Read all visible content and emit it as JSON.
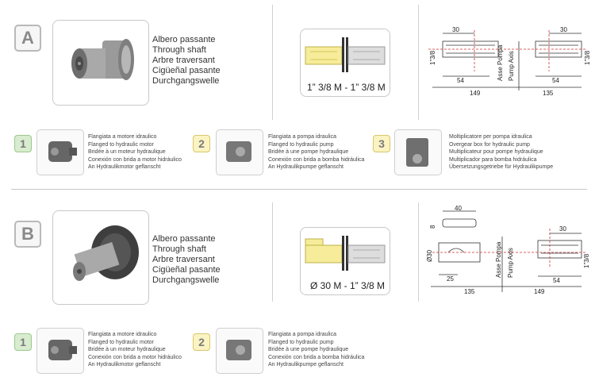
{
  "sectionA": {
    "letter": "A",
    "names": [
      "Albero passante",
      "Through shaft",
      "Arbre traversant",
      "Cigüeñal pasante",
      "Durchgangswelle"
    ],
    "coupling_label": "1” 3/8 M - 1” 3/8 M",
    "drawing": {
      "dim_top_left": "30",
      "dim_top_right": "30",
      "dim_left_vertical": "1”3/8",
      "dim_right_vertical": "1”3/8",
      "axis_label_it": "Asse Pompa",
      "axis_label_en": "Pump Axis",
      "dim_54_left": "54",
      "dim_54_right": "54",
      "dim_149": "149",
      "dim_135": "135"
    },
    "options": [
      {
        "num": "1",
        "lines": [
          "Flangiata a motore idraulico",
          "Flanged to hydraulic motor",
          "Bridée à un moteur hydraulique",
          "Conexión con brida a motor hidráulico",
          "An Hydraulikmotor geflanscht"
        ]
      },
      {
        "num": "2",
        "lines": [
          "Flangiata a pompa idraulica",
          "Flanged to hydraulic pump",
          "Bridée à une pompe hydraulique",
          "Conexión con brida a bomba hidráulica",
          "An Hydraulikpumpe geflanscht"
        ]
      },
      {
        "num": "3",
        "lines": [
          "Moltiplicatore per pompa idraulica",
          "Overgear box for hydraulic pump",
          "Multiplicateur pour pompe hydraulique",
          "Multiplicador para bomba hidráulica",
          "Übersetzungsgetriebe für Hydraulikpumpe"
        ]
      }
    ]
  },
  "sectionB": {
    "letter": "B",
    "names": [
      "Albero passante",
      "Through shaft",
      "Arbre traversant",
      "Cigüeñal pasante",
      "Durchgangswelle"
    ],
    "coupling_label": "Ø 30 M - 1” 3/8 M",
    "drawing": {
      "dim_40": "40",
      "dim_8": "8",
      "dim_d30": "Ø30",
      "dim_25": "25",
      "dim_top_right": "30",
      "dim_right_vertical": "1”3/8",
      "axis_label_it": "Asse Pompa",
      "axis_label_en": "Pump Axis",
      "dim_54": "54",
      "dim_135": "135",
      "dim_149": "149"
    },
    "options": [
      {
        "num": "1",
        "lines": [
          "Flangiata a motore idraulico",
          "Flanged to hydraulic motor",
          "Bridée à un moteur hydraulique",
          "Conexión con brida a motor hidráulico",
          "An Hydraulikmotor geflanscht"
        ]
      },
      {
        "num": "2",
        "lines": [
          "Flangiata a pompa idraulica",
          "Flanged to hydraulic pump",
          "Bridée à une pompe hydraulique",
          "Conexión con brida a bomba hidráulica",
          "An Hydraulikpumpe geflanscht"
        ]
      }
    ]
  }
}
